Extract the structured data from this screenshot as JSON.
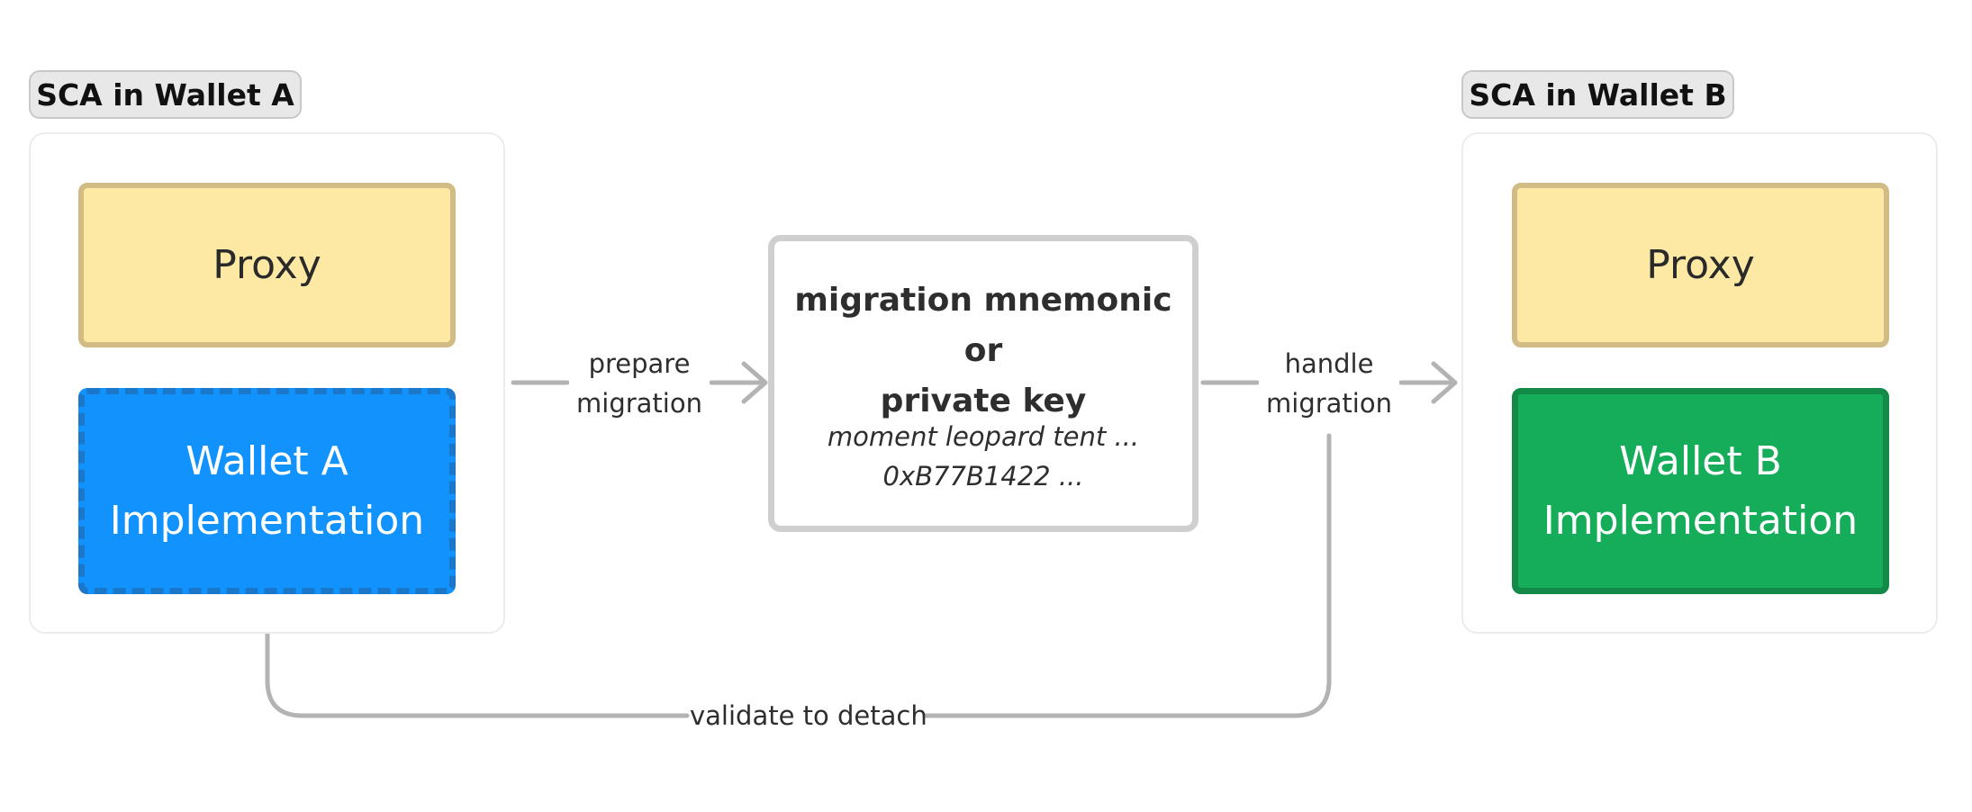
{
  "left_group": {
    "label": "SCA in Wallet A",
    "proxy": "Proxy",
    "impl_line1": "Wallet A",
    "impl_line2": "Implementation"
  },
  "right_group": {
    "label": "SCA in Wallet B",
    "proxy": "Proxy",
    "impl_line1": "Wallet B",
    "impl_line2": "Implementation"
  },
  "center": {
    "title_line1": "migration mnemonic or",
    "title_line2": "private key",
    "example_line1": "moment leopard tent ...",
    "example_line2": "0xB77B1422 ..."
  },
  "edges": {
    "prepare_line1": "prepare",
    "prepare_line2": "migration",
    "handle_line1": "handle",
    "handle_line2": "migration",
    "validate": "validate to detach"
  },
  "colors": {
    "proxy_fill": "#fde8a4",
    "wallet_a_fill": "#1192fd",
    "wallet_b_fill": "#16ad5a",
    "arrow": "#b3b3b3"
  }
}
